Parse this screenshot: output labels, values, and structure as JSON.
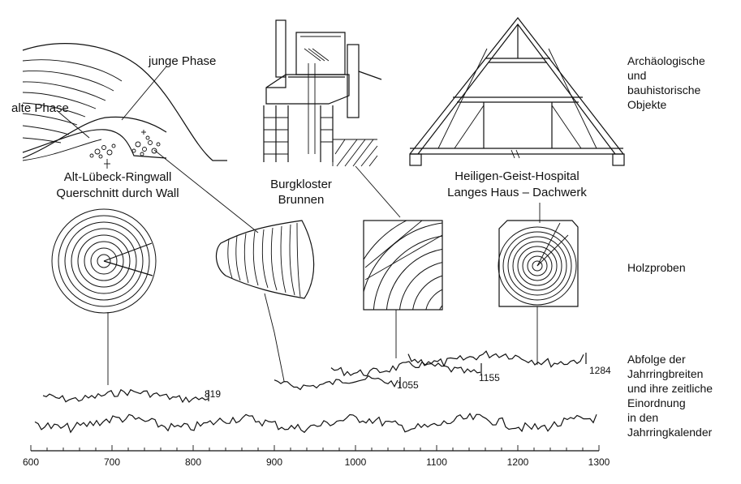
{
  "objects": {
    "ringwall": {
      "label_line1": "Alt-Lübeck-Ringwall",
      "label_line2": "Querschnitt durch Wall"
    },
    "phase_young": "junge Phase",
    "phase_old": "alte Phase",
    "well": {
      "label_line1": "Burgkloster",
      "label_line2": "Brunnen"
    },
    "hospital": {
      "label_line1": "Heiligen-Geist-Hospital",
      "label_line2": "Langes Haus – Dachwerk"
    }
  },
  "side_labels": {
    "objects": [
      "Archäologische",
      "und",
      "bauhistorische",
      "Objekte"
    ],
    "samples": [
      "Holzproben"
    ],
    "sequence": [
      "Abfolge der",
      "Jahrringbreiten",
      "und ihre zeitliche",
      "Einordnung",
      "in den",
      "Jahrringkalender"
    ]
  },
  "sequence_end_labels": [
    "819",
    "1055",
    "1155",
    "1284"
  ],
  "chart_data": {
    "type": "line",
    "xlim": [
      600,
      1300
    ],
    "xticks": [
      600,
      700,
      800,
      900,
      1000,
      1100,
      1200,
      1300
    ],
    "series": [
      {
        "start": 615,
        "end": 819
      },
      {
        "start": 900,
        "end": 1055
      },
      {
        "start": 970,
        "end": 1155
      },
      {
        "start": 1065,
        "end": 1284
      },
      {
        "start": 605,
        "end": 1300
      }
    ]
  }
}
